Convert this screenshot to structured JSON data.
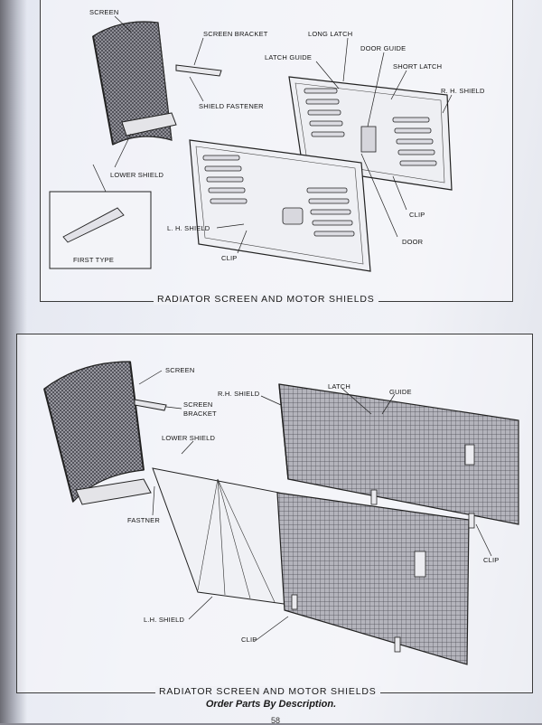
{
  "top_figure": {
    "caption": "RADIATOR SCREEN AND MOTOR SHIELDS",
    "labels": {
      "screen": "SCREEN",
      "screen_bracket": "SCREEN BRACKET",
      "shield_fastener": "SHIELD FASTENER",
      "latch_guide": "LATCH GUIDE",
      "long_latch": "LONG LATCH",
      "door_guide": "DOOR GUIDE",
      "short_latch": "SHORT LATCH",
      "rh_shield": "R. H. SHIELD",
      "lower_shield": "LOWER SHIELD",
      "clip_right": "CLIP",
      "door": "DOOR",
      "lh_shield": "L. H. SHIELD",
      "clip_bottom": "CLIP",
      "first_type": "FIRST TYPE"
    }
  },
  "bottom_figure": {
    "caption": "RADIATOR SCREEN AND MOTOR SHIELDS",
    "labels": {
      "screen": "SCREEN",
      "screen_bracket_1": "SCREEN",
      "screen_bracket_2": "BRACKET",
      "rh_shield": "R.H. SHIELD",
      "latch": "LATCH",
      "guide": "GUIDE",
      "lower_shield": "LOWER SHIELD",
      "fastner": "FASTNER",
      "clip_right": "CLIP",
      "lh_shield": "L.H. SHIELD",
      "clip_bottom": "CLIP"
    }
  },
  "footer": {
    "order_text": "Order Parts By Description.",
    "page_number": "58"
  }
}
